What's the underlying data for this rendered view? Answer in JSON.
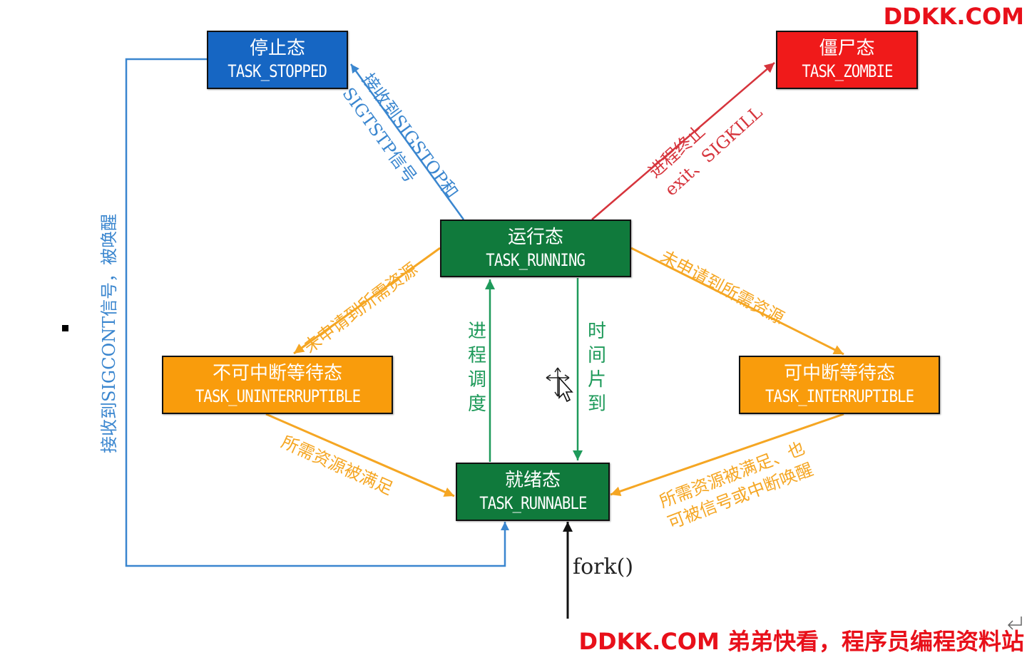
{
  "states": {
    "stopped": {
      "zh": "停止态",
      "en": "TASK_STOPPED",
      "color": "#1666c3"
    },
    "zombie": {
      "zh": "僵尸态",
      "en": "TASK_ZOMBIE",
      "color": "#f01a1a"
    },
    "running": {
      "zh": "运行态",
      "en": "TASK_RUNNING",
      "color": "#107a3c"
    },
    "uninterruptible": {
      "zh": "不可中断等待态",
      "en": "TASK_UNINTERRUPTIBLE",
      "color": "#f99c0c"
    },
    "interruptible": {
      "zh": "可中断等待态",
      "en": "TASK_INTERRUPTIBLE",
      "color": "#f99c0c"
    },
    "runnable": {
      "zh": "就绪态",
      "en": "TASK_RUNNABLE",
      "color": "#107a3c"
    }
  },
  "transitions": {
    "sigstop_line1": "接收到SIGSTOP和",
    "sigstop_line2": "SIGTSTP信号",
    "exit_line1": "进程终止",
    "exit_line2": "exit、SIGKILL",
    "wait_left": "未申请到所需资源",
    "wait_right": "未申请到所需资源",
    "resource_left": "所需资源被满足",
    "resource_right_line1": "所需资源被满足、也",
    "resource_right_line2": "可被信号或中断唤醒",
    "schedule": [
      "进",
      "程",
      "调",
      "度"
    ],
    "timeslice": [
      "时",
      "间",
      "片",
      "到"
    ],
    "sigcont": "接收到SIGCONT信号，被唤醒",
    "fork": "fork()"
  },
  "colors": {
    "blue": "#3a86cf",
    "red": "#d6343c",
    "orange": "#f5a623",
    "green": "#1e9a5a",
    "black": "#111111"
  },
  "watermark": {
    "top": "DDKK.COM",
    "bottom": "DDKK.COM 弟弟快看，程序员编程资料站"
  }
}
